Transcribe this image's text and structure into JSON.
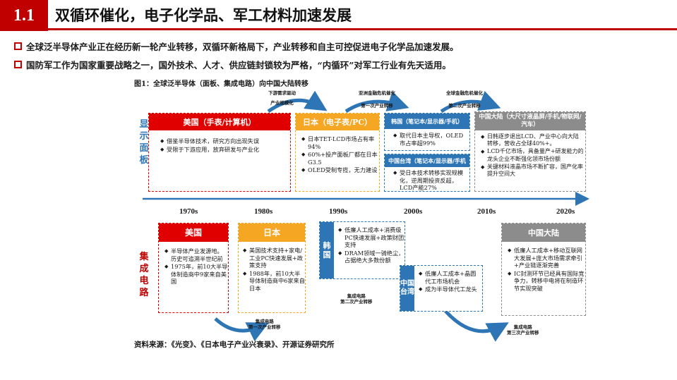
{
  "header": {
    "number": "1.1",
    "title": "双循环催化，电子化学品、军工材料加速发展"
  },
  "bullets": [
    "全球泛半导体产业正在经历新一轮产业转移，双循环新格局下，产业转移和自主可控促进电子化学品加速发展。",
    "国防军工作为国家重要战略之一，国外技术、人才、供应链封锁较为严格，“内循环”对军工行业有先天适用。"
  ],
  "figure_title": "图1：全球泛半导体（面板、集成电路）向中国大陆转移",
  "side_labels": {
    "display": "显示面板",
    "ic": "集成电路"
  },
  "timeline": {
    "decades": [
      "1970s",
      "1980s",
      "1990s",
      "2000s",
      "2010s",
      "2020s"
    ],
    "top_notes": [
      {
        "line1": "下游需求驱动",
        "line2": "产业规模化"
      },
      {
        "line1": "亚洲金融危机催化",
        "line2": "第一次产业转移"
      },
      {
        "line1": "全球金融危机催化",
        "line2": "第二次产业转移"
      }
    ],
    "bottom_notes": [
      {
        "line1": "集成电路",
        "line2": "第一次产业转移"
      },
      {
        "line1": "集成电路",
        "line2": "第二次产业转移"
      },
      {
        "line1": "集成电路",
        "line2": "第三次产业转移"
      }
    ]
  },
  "panel_boxes": {
    "usa": {
      "title": "美国（手表/计算机）",
      "items": [
        "借鉴半导体技术，研究方向出现失误",
        "受限于下游应用，放弃研发与产业化"
      ]
    },
    "japan": {
      "title": "日本（电子表/PC）",
      "items": [
        "日本TET-LCD市场占有率94%",
        "60%+投产面板厂都在日本G3.5",
        "OLED受制专揽，无力建设"
      ]
    },
    "korea": {
      "title": "韩国（笔记本/显示器/手机）",
      "items": [
        "取代日本主导权，OLED市占率超99%"
      ]
    },
    "taiwan": {
      "title": "中国台湾（笔记本/显示器/手机",
      "items": [
        "受日本技术转移实现规模化，逆周期投资反超，LCD产能27%"
      ]
    },
    "china": {
      "title": "中国大陆（大尺寸液晶屏/手机/物联网/汽车）",
      "items": [
        "日韩逐步退出LCD、产业中心向大陆转移，营收占全球40%+。",
        "LCD千亿市场，具备量产+研发能力的龙头企业不断强化领市场份额",
        "关键材料液晶市场不断扩容，国产化率提升空间大"
      ]
    }
  },
  "ic_boxes": {
    "usa": {
      "title": "美国",
      "items": [
        "半导体产业发源地。历史可追溯半世纪前",
        "1975年，前10大半导体制造商中9家来自美国"
      ]
    },
    "japan": {
      "title": "日本",
      "items": [
        "美国技术支持+家电/工业PC快速发展+政策支持",
        "1988年，前10大半导体制造商中6家来自日本"
      ]
    },
    "korea": {
      "title": "韩国",
      "items": [
        "低廉人工成本+消费级PC快速发展+政策财团支持",
        "DRAM领域一骑绝尘，占据绝大多数份额"
      ]
    },
    "taiwan": {
      "title": "中国台湾",
      "items": [
        "低廉人工成本+晶圆代工市场机会",
        "成为半导体代工龙头"
      ]
    },
    "china": {
      "title": "中国大陆",
      "items": [
        "低廉人工成本+移动互联网大发展+庞大市场需求牵引+产业链逐渐完善",
        "IC封测环节已经具有国际竞争力，转移中电将在制造环节实现突破"
      ]
    }
  },
  "source": "资料来源：《光变》、《日本电子产业兴衰录》、开源证券研究所",
  "colors": {
    "accent_red": "#c00000",
    "usa_red": "#e00000",
    "japan_orange": "#f5a623",
    "korea_blue": "#2e75b6",
    "china_gray": "#8c8c8c"
  }
}
